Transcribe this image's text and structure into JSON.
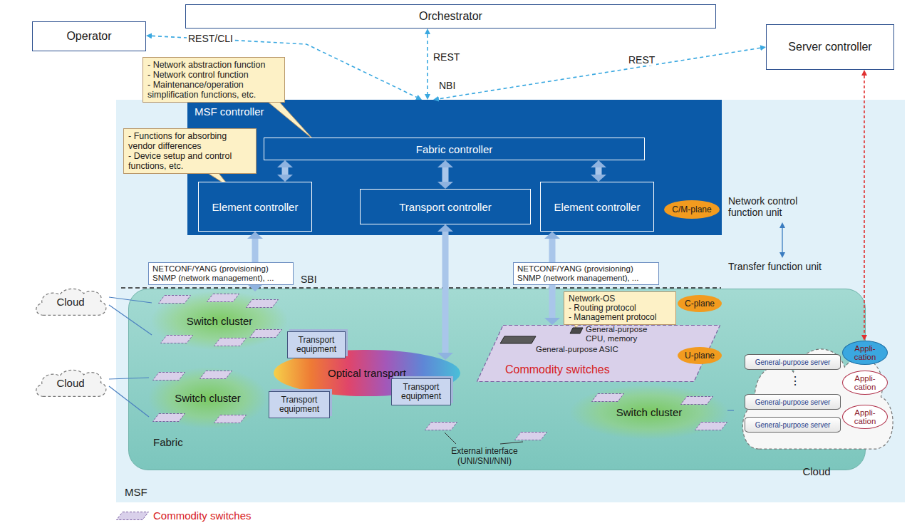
{
  "diagram": {
    "nodes": [
      {
        "text": [
          "Operator"
        ]
      },
      {
        "text": [
          "Orchestrator"
        ]
      },
      {
        "text": [
          "Server controller"
        ]
      },
      {
        "text": [
          "MSF"
        ]
      },
      {
        "text": [
          "MSF controller"
        ],
        "in": 3
      },
      {
        "text": [
          "Fabric controller"
        ],
        "in": 4
      },
      {
        "text": [
          "Element controller"
        ],
        "in": 4
      },
      {
        "text": [
          "Transport controller"
        ],
        "in": 4
      },
      {
        "text": [
          "Element controller"
        ],
        "in": 4
      },
      {
        "text": [
          "C/M-plane"
        ],
        "in": 4
      },
      {
        "text": [
          "- Network abstraction function",
          "- Network control function",
          "- Maintenance/operation simplification functions, etc."
        ]
      },
      {
        "text": [
          "- Functions for absorbing vendor differences",
          "- Device setup and control functions, etc."
        ],
        "in": 3
      },
      {
        "text": [
          "NETCONF/YANG (provisioning)",
          "SNMP (network management), ..."
        ],
        "in": 3
      },
      {
        "text": [
          "NETCONF/YANG (provisioning)",
          "SNMP (network management), ..."
        ],
        "in": 3
      },
      {
        "text": [
          "Fabric"
        ],
        "in": 3
      },
      {
        "text": [
          "Switch cluster"
        ],
        "in": 14
      },
      {
        "text": [
          "Switch cluster"
        ],
        "in": 14
      },
      {
        "text": [
          "Optical transport"
        ],
        "in": 14
      },
      {
        "text": [
          "Transport equipment"
        ],
        "in": 14
      },
      {
        "text": [
          "Transport equipment"
        ],
        "in": 14
      },
      {
        "text": [
          "Transport equipment"
        ],
        "in": 14
      },
      {
        "text": [
          "Network-OS",
          "- Routing protocol",
          "- Management protocol"
        ],
        "in": 14
      },
      {
        "text": [
          "C-plane"
        ],
        "in": 14
      },
      {
        "text": [
          "Commodity switches"
        ],
        "in": 14
      },
      {
        "text": [
          "U-plane"
        ],
        "in": 14
      },
      {
        "text": [
          "Switch cluster"
        ],
        "in": 14
      },
      {
        "text": [
          "Cloud"
        ]
      },
      {
        "text": [
          "Cloud"
        ]
      },
      {
        "text": [
          "Cloud"
        ]
      },
      {
        "text": [
          "General-purpose server"
        ],
        "in": 28
      },
      {
        "text": [
          "General-purpose server"
        ],
        "in": 28
      },
      {
        "text": [
          "General-purpose server"
        ],
        "in": 28
      },
      {
        "text": [
          "Appli- cation"
        ],
        "in": 28
      },
      {
        "text": [
          "Appli- cation"
        ],
        "in": 28
      },
      {
        "text": [
          "Appli- cation"
        ],
        "in": 28
      }
    ],
    "edges": [
      {
        "from": 0,
        "to": 4,
        "label": "REST/CLI",
        "arrow": "both"
      },
      {
        "from": 1,
        "to": 4,
        "label": "REST",
        "arrow": "both"
      },
      {
        "from": 2,
        "to": 4,
        "label": "REST",
        "arrow": "both"
      },
      {
        "from": 2,
        "to": 32,
        "arrow": "both"
      },
      {
        "from": 5,
        "to": 6,
        "arrow": "both"
      },
      {
        "from": 5,
        "to": 7,
        "arrow": "both"
      },
      {
        "from": 5,
        "to": 8,
        "arrow": "both"
      },
      {
        "from": 6,
        "to": 15,
        "arrow": "both"
      },
      {
        "from": 7,
        "to": 17,
        "arrow": "both"
      },
      {
        "from": 8,
        "to": 23,
        "arrow": "both"
      },
      {
        "from": 26,
        "to": 15,
        "arrow": "none"
      },
      {
        "from": 26,
        "to": 15,
        "arrow": "none"
      },
      {
        "from": 27,
        "to": 16,
        "arrow": "none"
      },
      {
        "from": 27,
        "to": 16,
        "arrow": "none"
      },
      {
        "from": 25,
        "to": 28,
        "arrow": "none"
      }
    ],
    "labels": [
      "NBI",
      "SBI",
      "Network control function unit",
      "Transfer function unit",
      "General-purpose CPU, memory",
      "General-purpose ASIC",
      "External interface (UNI/SNI/NNI)",
      "⋮"
    ],
    "legend": [
      {
        "text": "Commodity switches"
      }
    ]
  }
}
